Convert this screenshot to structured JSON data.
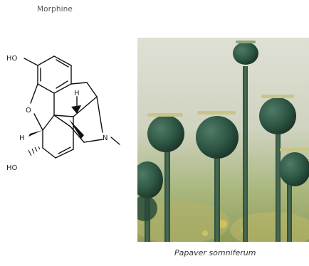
{
  "figure": {
    "title": "Morphine",
    "caption": "Papaver somniferum",
    "atoms": {
      "ho_top": "HO",
      "o_ring": "O",
      "h_left": "H",
      "h_bridge": "H",
      "n": "N",
      "ho_bottom": "HO"
    }
  }
}
